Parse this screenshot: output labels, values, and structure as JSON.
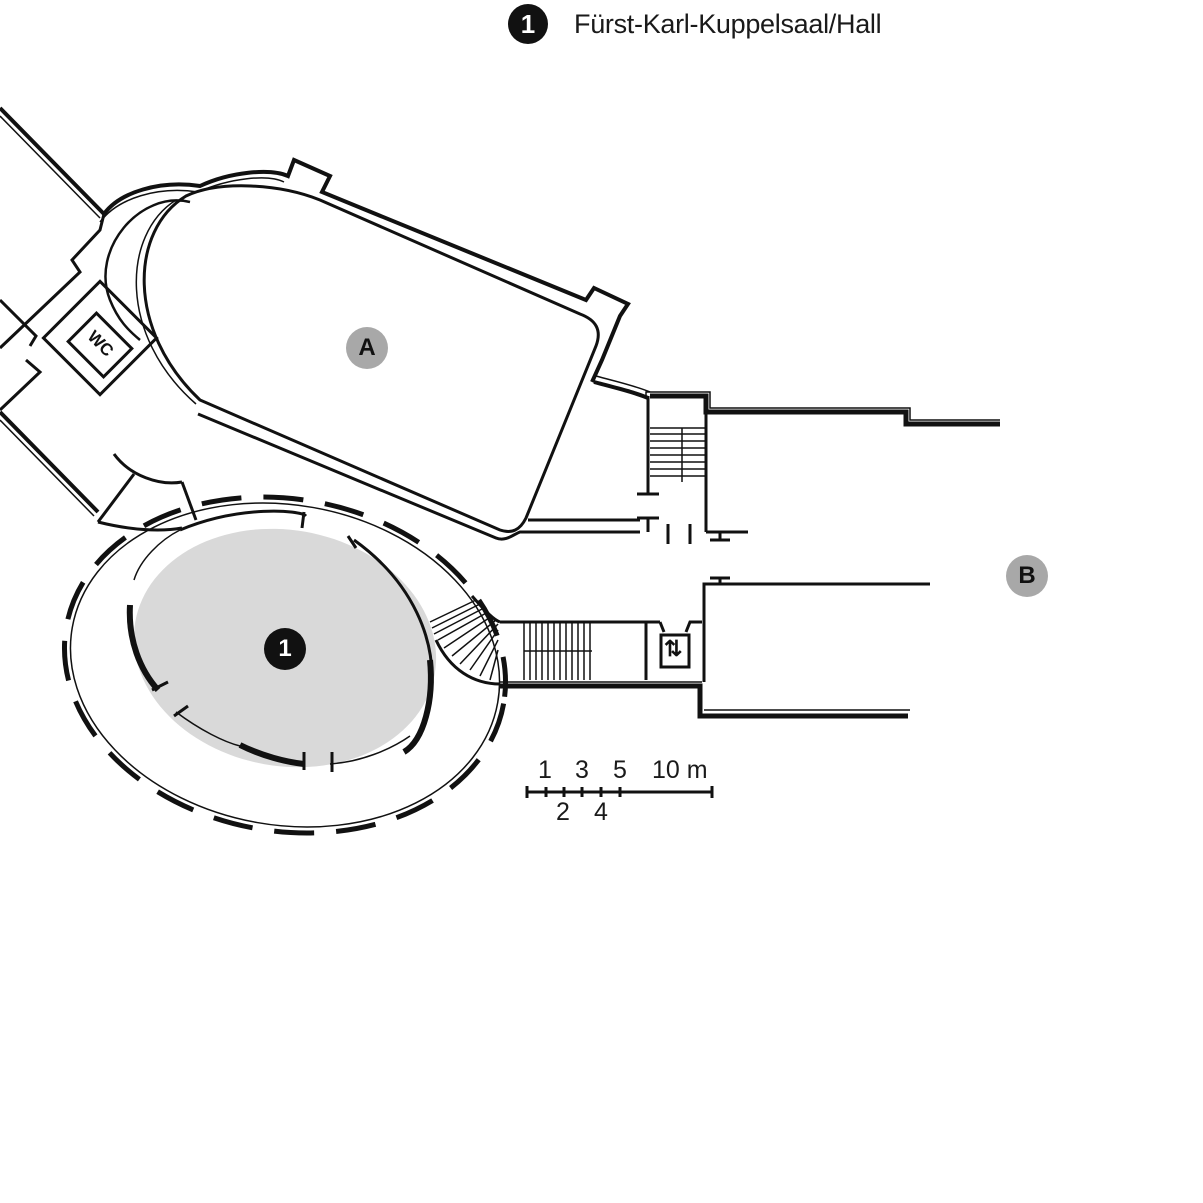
{
  "legend": {
    "number": "1",
    "label": "Fürst-Karl-Kuppelsaal/Hall"
  },
  "markers": {
    "a": "A",
    "b": "B",
    "hall": "1"
  },
  "rooms": {
    "wc": "WC",
    "elevator_symbol": "⇅"
  },
  "scale_bar": {
    "top_labels": [
      "1",
      "3",
      "5",
      "10 m"
    ],
    "bottom_labels": [
      "2",
      "4"
    ]
  },
  "colors": {
    "hall_fill": "#d9d9d9",
    "marker_grey": "#a8a8a8",
    "marker_black": "#111111",
    "line": "#111111"
  }
}
